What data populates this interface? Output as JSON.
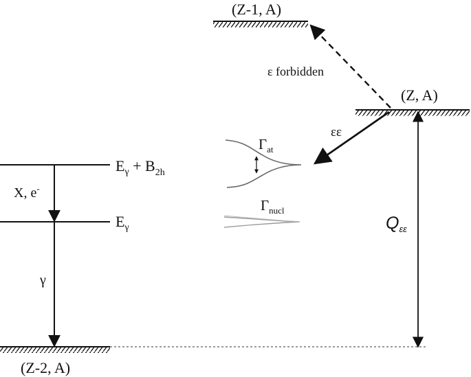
{
  "levels": {
    "z_minus_1": {
      "label": "(Z-1, A)"
    },
    "z": {
      "label": "(Z, A)"
    },
    "z_minus_2": {
      "label": "(Z-2, A)"
    }
  },
  "transitions": {
    "forbidden": {
      "label": "ε forbidden"
    },
    "double_ec": {
      "label": "εε"
    },
    "q_value": {
      "label_main": "Q",
      "label_sub": "εε"
    }
  },
  "deexcitation": {
    "upper_level": {
      "main": "E",
      "sub": "γ",
      "plus": " + B",
      "sub2": "2h"
    },
    "lower_level": {
      "main": "E",
      "sub": "γ"
    },
    "xray": {
      "main": "X, e",
      "sup": "-"
    },
    "gamma": {
      "label": "γ"
    }
  },
  "widths": {
    "atomic": {
      "main": "Γ",
      "sub": "at"
    },
    "nuclear": {
      "main": "Γ",
      "sub": "nucl"
    }
  }
}
